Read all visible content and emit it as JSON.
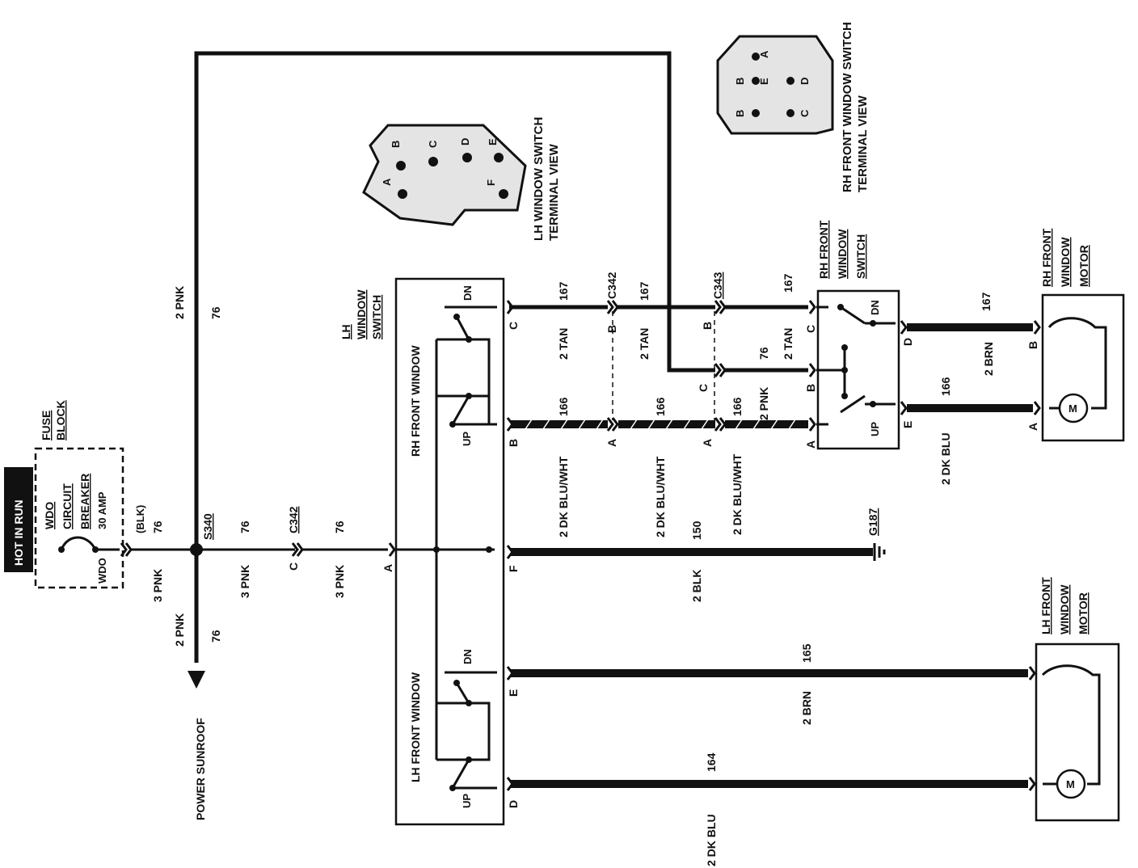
{
  "hot_label": "HOT IN RUN",
  "fuse": {
    "title1": "FUSE",
    "title2": "BLOCK",
    "cb1": "WDO",
    "cb2": "CIRCUIT",
    "cb3": "BREAKER",
    "amp": "30 AMP",
    "term": "WDO",
    "blk": "(BLK)"
  },
  "splice": "S340",
  "conn_c342": "C342",
  "conn_c343": "C343",
  "ground": "G187",
  "power_sunroof": "POWER SUNROOF",
  "lh_switch": {
    "t1": "LH",
    "t2": "WINDOW",
    "t3": "SWITCH",
    "rh_section": "RH FRONT WINDOW",
    "lh_section": "LH FRONT WINDOW",
    "dn": "DN",
    "up": "UP"
  },
  "rh_switch": {
    "t1": "RH FRONT",
    "t2": "WINDOW",
    "t3": "SWITCH",
    "dn": "DN",
    "up": "UP"
  },
  "rh_motor": {
    "t1": "RH FRONT",
    "t2": "WINDOW",
    "t3": "MOTOR"
  },
  "lh_motor": {
    "t1": "LH FRONT",
    "t2": "WINDOW",
    "t3": "MOTOR"
  },
  "lh_term_view": {
    "l1": "LH WINDOW SWITCH",
    "l2": "TERMINAL VIEW"
  },
  "rh_term_view": {
    "l1": "RH FRONT WINDOW SWITCH",
    "l2": "TERMINAL VIEW"
  },
  "motor_symbol": "M",
  "pins": {
    "a": "A",
    "b": "B",
    "c": "C",
    "d": "D",
    "e": "E",
    "f": "F"
  },
  "wires": {
    "w76": "76",
    "pnk3": "3 PNK",
    "pnk2": "2 PNK",
    "w167": "167",
    "tan2": "2 TAN",
    "w166": "166",
    "dkbluwht": "2 DK BLU/WHT",
    "w150": "150",
    "blk2": "2 BLK",
    "w165": "165",
    "brn2": "2 BRN",
    "w164": "164",
    "dkblu": "2 DK BLU"
  }
}
